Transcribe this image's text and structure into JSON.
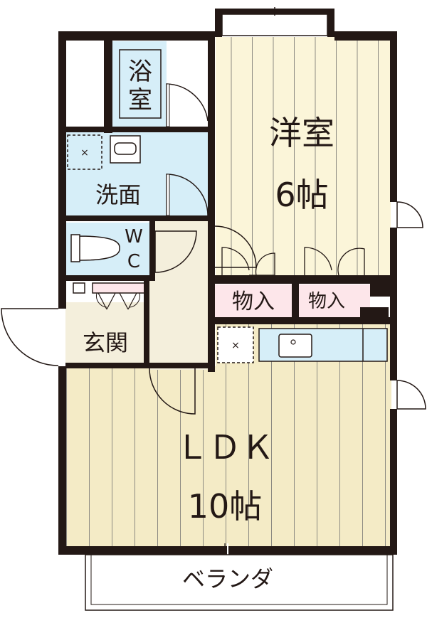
{
  "rooms": {
    "western_room": {
      "name": "洋室",
      "size": "6帖"
    },
    "ldk": {
      "name": "ＬＤＫ",
      "size": "10帖"
    },
    "bath": {
      "char1": "浴",
      "char2": "室"
    },
    "washroom": {
      "name": "洗面"
    },
    "wc": {
      "char1": "W",
      "char2": "C"
    },
    "entrance": {
      "name": "玄関"
    },
    "closet_left": {
      "name": "物入"
    },
    "closet_right": {
      "name": "物入"
    },
    "veranda": {
      "name": "ベランダ"
    }
  },
  "colors": {
    "wall": "#231815",
    "wood_floor": "#fbf5d9",
    "wood_line": "#8c8a82",
    "wet_area": "#d6eef8",
    "closet": "#fde6ea",
    "entrance_floor": "#f4efdc",
    "ldk_floor": "#f4ebc6"
  }
}
